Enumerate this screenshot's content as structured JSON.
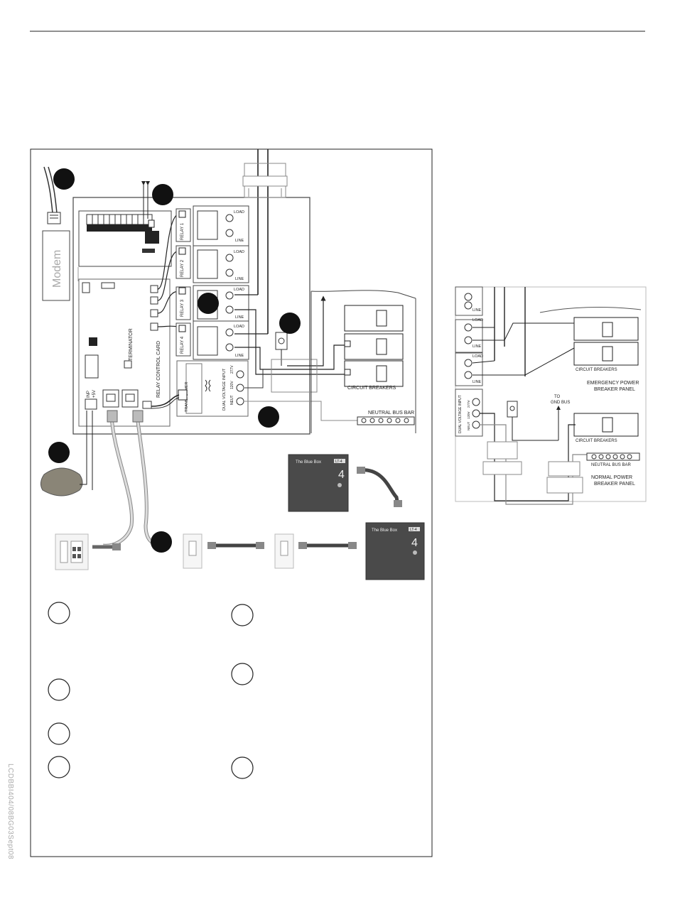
{
  "doc_code": "LCDBBI404/08BG03Sept08",
  "modem": {
    "label": "Modem"
  },
  "relay_panel": {
    "relays": [
      {
        "label": "RELAY 1",
        "load": "LOAD",
        "line": "LINE"
      },
      {
        "label": "RELAY 2",
        "load": "LOAD",
        "line": "LINE"
      },
      {
        "label": "RELAY 3",
        "load": "LOAD",
        "line": "LINE"
      },
      {
        "label": "RELAY 4",
        "load": "LOAD",
        "line": "LINE"
      }
    ],
    "relay_control_card": "RELAY CONTROL CARD",
    "terminator": "TERMINATOR",
    "inp": "INP",
    "plus5v": "+5V",
    "transformer": "TRANSFORMER",
    "dual_voltage_input": "DUAL VOLTAGE INPUT",
    "v277": "277V",
    "v120": "120V",
    "neut": "NEUT",
    "circuit_breakers": "CIRCUIT BREAKERS",
    "neutral_bus_bar": "NEUTRAL BUS BAR"
  },
  "blue_box": {
    "brand": "The Blue Box",
    "model": "LT-4",
    "number": "4"
  },
  "side_diagram": {
    "load": "LOAD",
    "line": "LINE",
    "circuit_breakers": "CIRCUIT BREAKERS",
    "emergency_panel": "EMERGENCY POWER\nBREAKER PANEL",
    "emergency_panel_l1": "EMERGENCY POWER",
    "emergency_panel_l2": "BREAKER PANEL",
    "to_gnd_bus_l1": "TO",
    "to_gnd_bus_l2": "GND BUS",
    "dual_voltage_input": "DUAL VOLTAGE INPUT",
    "v277": "277V",
    "v120": "120V",
    "neut": "NEUT",
    "neutral_bus_bar": "NEUTRAL BUS BAR",
    "normal_panel_l1": "NORMAL POWER",
    "normal_panel_l2": "BREAKER PANEL"
  }
}
